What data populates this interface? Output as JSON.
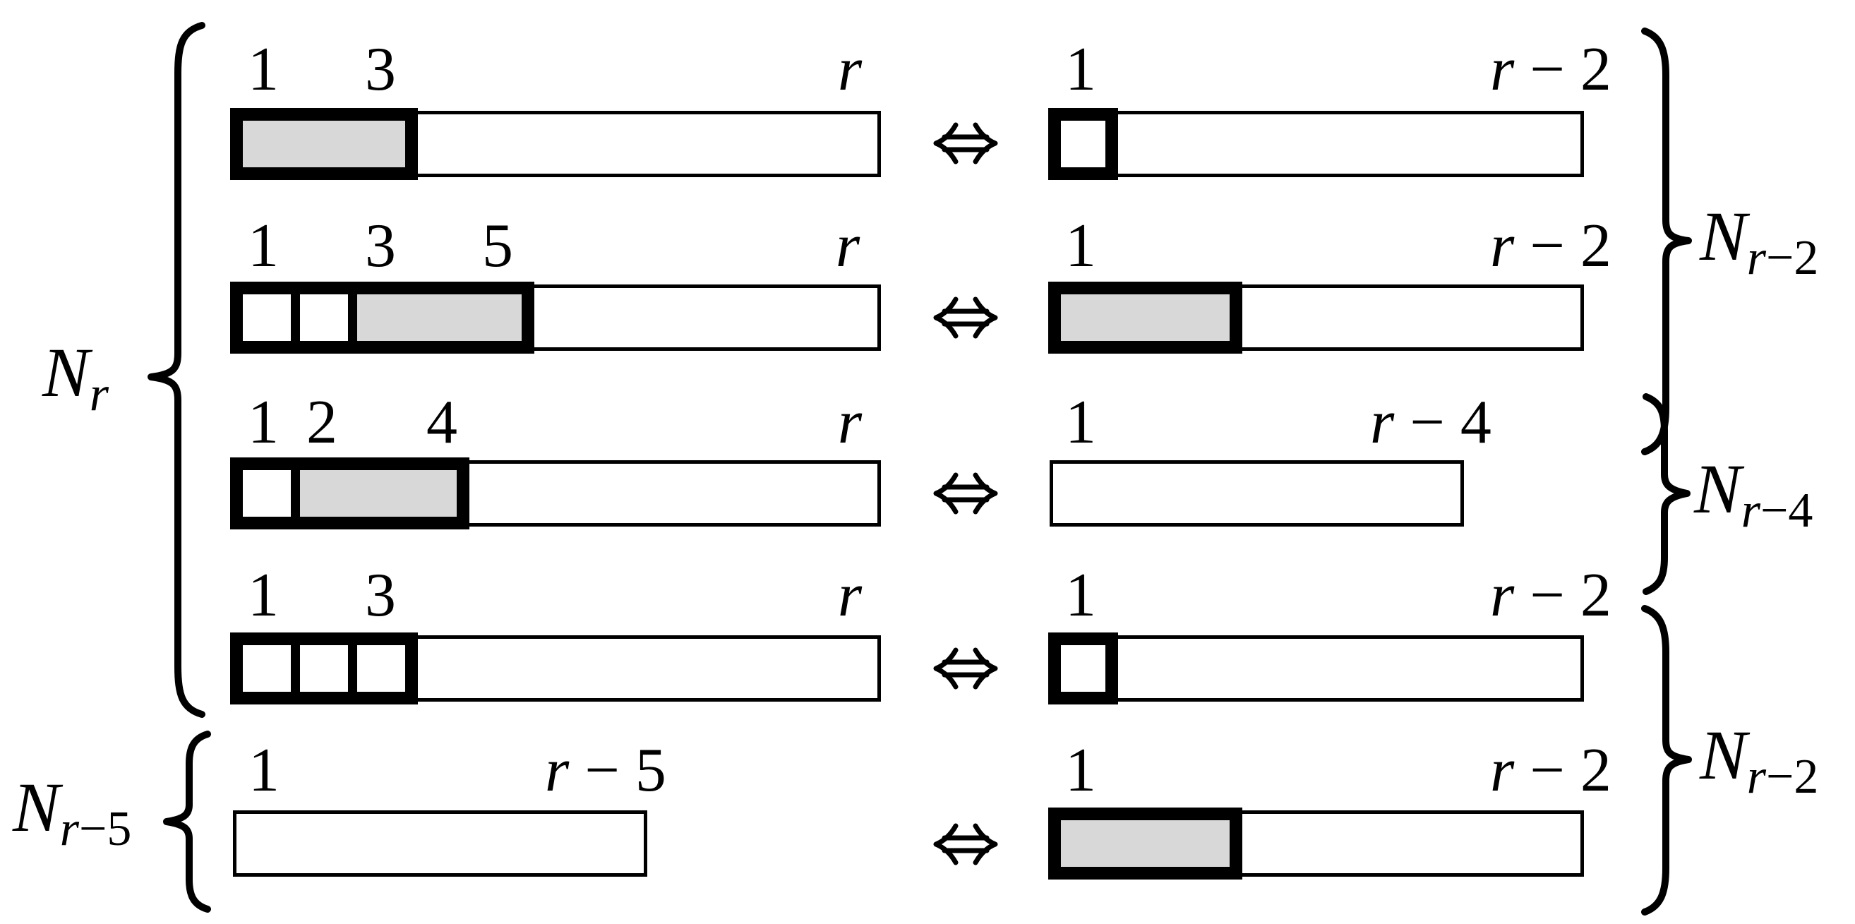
{
  "colors": {
    "shaded": "#d8d8d8",
    "ink": "#000000",
    "background": "#ffffff"
  },
  "arrow_symbol": "⇔",
  "set_labels": {
    "main_left": {
      "base": "N",
      "sub_var": "r",
      "sub_rest": ""
    },
    "small_left": {
      "base": "N",
      "sub_var": "r",
      "sub_rest": "−5"
    },
    "right_top": {
      "base": "N",
      "sub_var": "r",
      "sub_rest": "−2"
    },
    "right_middle": {
      "base": "N",
      "sub_var": "r",
      "sub_rest": "−4"
    },
    "right_bottom": {
      "base": "N",
      "sub_var": "r",
      "sub_rest": "−2"
    }
  },
  "rows": [
    {
      "left": {
        "white_cells": 0,
        "block": "shaded",
        "labels": [
          {
            "var": "",
            "rest": "1"
          },
          {
            "var": "",
            "rest": "3"
          },
          {
            "var": "r",
            "rest": ""
          }
        ]
      },
      "right": {
        "block": "white-cell",
        "labels": [
          {
            "var": "",
            "rest": "1"
          },
          {
            "var": "r",
            "rest": " − 2"
          }
        ]
      }
    },
    {
      "left": {
        "white_cells": 2,
        "block": "shaded",
        "labels": [
          {
            "var": "",
            "rest": "1"
          },
          {
            "var": "",
            "rest": "3"
          },
          {
            "var": "",
            "rest": "5"
          },
          {
            "var": "r",
            "rest": ""
          }
        ]
      },
      "right": {
        "block": "shaded",
        "labels": [
          {
            "var": "",
            "rest": "1"
          },
          {
            "var": "r",
            "rest": " − 2"
          }
        ]
      }
    },
    {
      "left": {
        "white_cells": 1,
        "block": "shaded",
        "labels": [
          {
            "var": "",
            "rest": "1"
          },
          {
            "var": "",
            "rest": "2"
          },
          {
            "var": "",
            "rest": "4"
          },
          {
            "var": "r",
            "rest": ""
          }
        ]
      },
      "right": {
        "block": "none",
        "labels": [
          {
            "var": "",
            "rest": "1"
          },
          {
            "var": "r",
            "rest": " − 4"
          }
        ]
      }
    },
    {
      "left": {
        "white_cells": 3,
        "block": "none",
        "labels": [
          {
            "var": "",
            "rest": "1"
          },
          {
            "var": "",
            "rest": "3"
          },
          {
            "var": "r",
            "rest": ""
          }
        ]
      },
      "right": {
        "block": "white-cell",
        "labels": [
          {
            "var": "",
            "rest": "1"
          },
          {
            "var": "r",
            "rest": " − 2"
          }
        ]
      }
    },
    {
      "left": {
        "white_cells": 0,
        "block": "none",
        "labels": [
          {
            "var": "",
            "rest": "1"
          },
          {
            "var": "r",
            "rest": " − 5"
          }
        ]
      },
      "right": {
        "block": "shaded",
        "labels": [
          {
            "var": "",
            "rest": "1"
          },
          {
            "var": "r",
            "rest": " − 2"
          }
        ]
      }
    }
  ]
}
